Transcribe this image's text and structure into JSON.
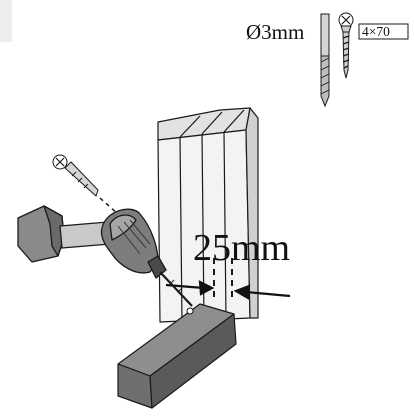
{
  "labels": {
    "drill_size": "Ø3mm",
    "screw_size": "4×70",
    "distance": "25mm"
  },
  "colors": {
    "background": "#ffffff",
    "panel": "#eeeeee",
    "stroke": "#1a1a1a",
    "wood_light": "#f0f0f0",
    "wood_dark": "#dcdcdc",
    "block_top": "#8e8e8e",
    "block_front": "#6f6f6f",
    "block_side": "#5a5a5a",
    "metal": "#c9c9c9",
    "grip": "#7d7d7d",
    "grip_dark": "#4a4a4a"
  },
  "icons": [
    "drill-bit-icon",
    "screw-icon",
    "arrow-right-icon",
    "arrow-left-icon"
  ]
}
